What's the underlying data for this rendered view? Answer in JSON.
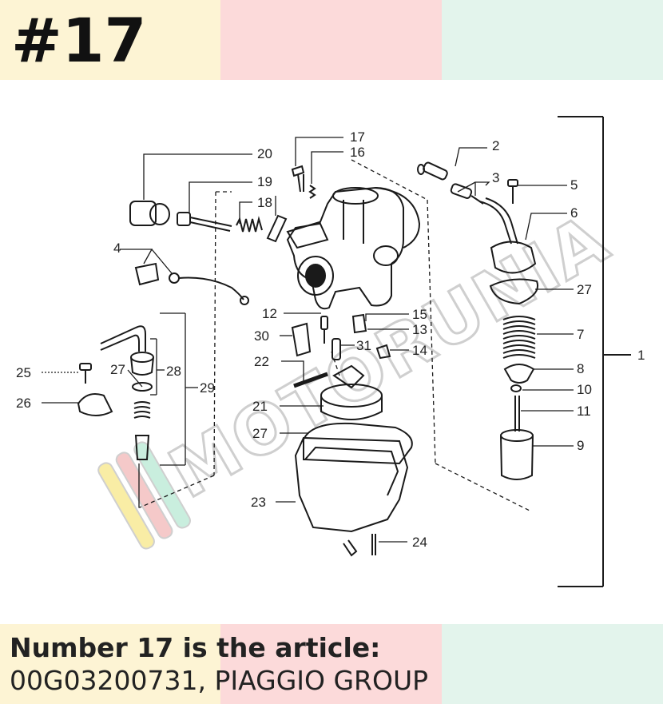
{
  "header": {
    "title": "#17",
    "band_colors": [
      "#fdf4d4",
      "#fcdada",
      "#e3f4ec"
    ]
  },
  "diagram": {
    "callouts": [
      "1",
      "2",
      "3",
      "4",
      "5",
      "6",
      "7",
      "8",
      "9",
      "10",
      "11",
      "12",
      "13",
      "14",
      "15",
      "16",
      "17",
      "18",
      "19",
      "20",
      "21",
      "22",
      "23",
      "24",
      "25",
      "26",
      "27",
      "27",
      "27",
      "28",
      "29",
      "30",
      "31"
    ],
    "watermark": {
      "text": "MOTORUNIA",
      "colors": [
        "#f9eda5",
        "#f5c9c9",
        "#c9eede"
      ]
    },
    "highlighted_part": "17"
  },
  "footer": {
    "line1": "Number 17 is the article:",
    "line2": "00G03200731, PIAGGIO GROUP"
  }
}
